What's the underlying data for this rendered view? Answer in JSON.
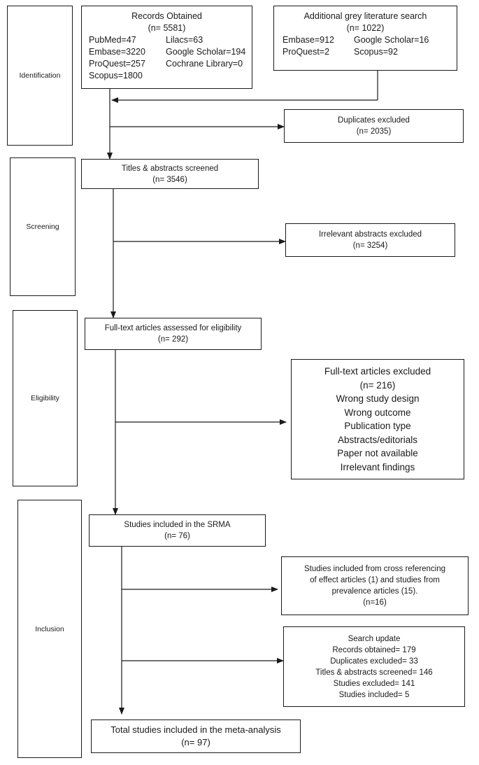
{
  "stages": {
    "identification": "Identification",
    "screening": "Screening",
    "eligibility": "Eligibility",
    "inclusion": "Inclusion"
  },
  "records_obtained": {
    "title": "Records Obtained",
    "n": "(n= 5581)",
    "sources": {
      "pubmed": "PubMed=47",
      "lilacs": "Lilacs=63",
      "embase": "Embase=3220",
      "google_scholar": "Google Scholar=194",
      "proquest": "ProQuest=257",
      "cochrane": "Cochrane Library=0",
      "scopus": "Scopus=1800"
    }
  },
  "grey_literature": {
    "title": "Additional grey literature search",
    "n": "(n= 1022)",
    "sources": {
      "embase": "Embase=912",
      "google_scholar": "Google Scholar=16",
      "proquest": "ProQuest=2",
      "scopus": "Scopus=92"
    }
  },
  "duplicates": {
    "title": "Duplicates excluded",
    "n": "(n= 2035)"
  },
  "titles_screened": {
    "title": "Titles & abstracts screened",
    "n": "(n= 3546)"
  },
  "irrelevant_excluded": {
    "title": "Irrelevant abstracts excluded",
    "n": "(n= 3254)"
  },
  "fulltext_assessed": {
    "title": "Full-text articles assessed for eligibility",
    "n": "(n= 292)"
  },
  "fulltext_excluded": {
    "title": "Full-text articles excluded",
    "n": "(n= 216)",
    "reasons": [
      "Wrong study design",
      "Wrong outcome",
      "Publication type",
      "Abstracts/editorials",
      "Paper not available",
      "Irrelevant findings"
    ]
  },
  "srma_included": {
    "title": "Studies included in the SRMA",
    "n": "(n= 76)"
  },
  "cross_referencing": {
    "line1": "Studies included from cross referencing",
    "line2": "of effect articles (1) and studies from",
    "line3": "prevalence articles (15).",
    "n": "(n=16)"
  },
  "search_update": {
    "title": "Search update",
    "lines": [
      "Records obtained= 179",
      "Duplicates excluded= 33",
      "Titles & abstracts screened= 146",
      "Studies excluded= 141",
      "Studies included= 5"
    ]
  },
  "total_included": {
    "title": "Total studies included in the meta-analysis",
    "n": "(n= 97)"
  }
}
